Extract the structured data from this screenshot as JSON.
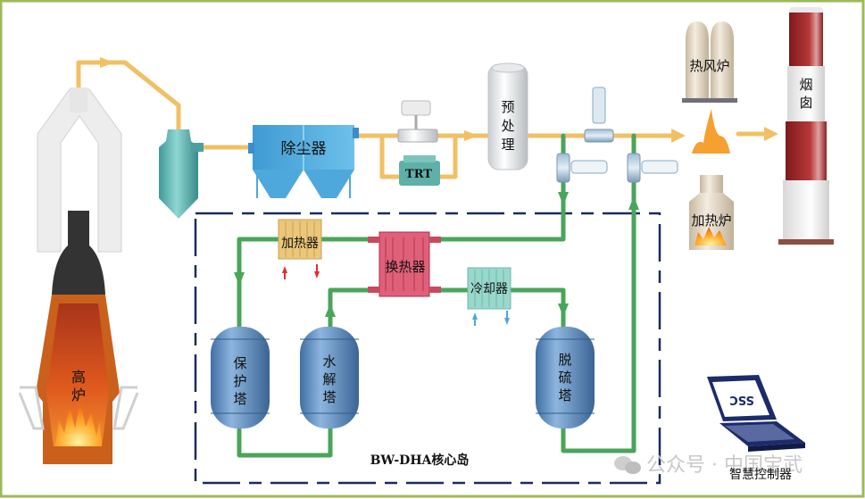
{
  "title": "BW-DHA process flow diagram",
  "colors": {
    "frame": "#9cba5a",
    "gas_pipe": "#f1c064",
    "water_pipe": "#4aa55a",
    "island_border": "#1c2b5a",
    "tower": "#5b8fc4",
    "heat_exchanger": "#e0607a",
    "heater": "#e8c070",
    "cooler": "#8fd6c8",
    "chimney_red": "#a8262a"
  },
  "labels": {
    "blast_furnace": [
      "高",
      "炉"
    ],
    "dust_remover": "除尘器",
    "trt": "TRT",
    "pretreatment": [
      "预",
      "处",
      "理"
    ],
    "hot_blast_stove": "热风炉",
    "heating_furnace": "加热炉",
    "chimney": [
      "烟",
      "囱"
    ],
    "heater": "加热器",
    "heat_exchanger": "换热器",
    "cooler": "冷却器",
    "protection_tower": [
      "保",
      "护",
      "塔"
    ],
    "hydrolysis_tower": [
      "水",
      "解",
      "塔"
    ],
    "desulfurization_tower": [
      "脱",
      "硫",
      "塔"
    ],
    "core_island": "BW-DHA核心岛",
    "smart_controller": "智慧控制器",
    "laptop_screen": "SSC"
  },
  "watermark": {
    "text": "公众号 · 中国宝武",
    "icon": "wechat-icon"
  }
}
